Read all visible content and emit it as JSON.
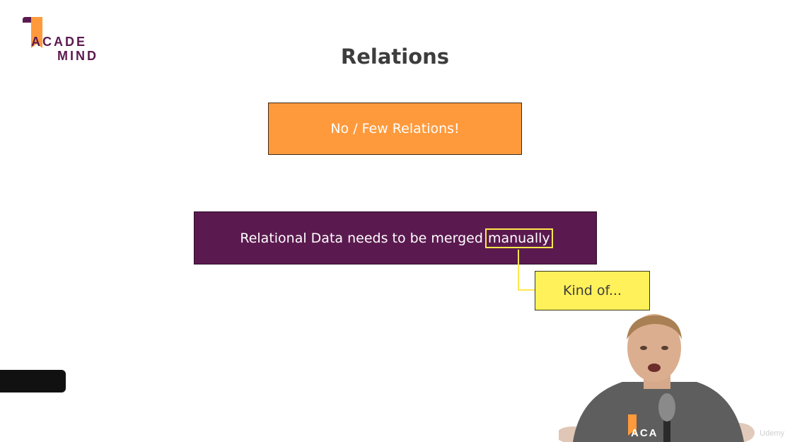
{
  "logo": {
    "line1": "ACADE",
    "line2": "MIND"
  },
  "slide": {
    "title": "Relations",
    "box1": "No / Few Relations!",
    "box2_prefix": "Relational Data needs to be merged ",
    "box2_highlight": "manually",
    "callout": "Kind of..."
  },
  "presenter": {
    "shirt_logo": "ACA"
  },
  "watermark": "Udemy",
  "colors": {
    "orange": "#ff9a3c",
    "purple": "#5b1a4f",
    "yellow": "#fff15a",
    "title": "#3d3d3d"
  }
}
